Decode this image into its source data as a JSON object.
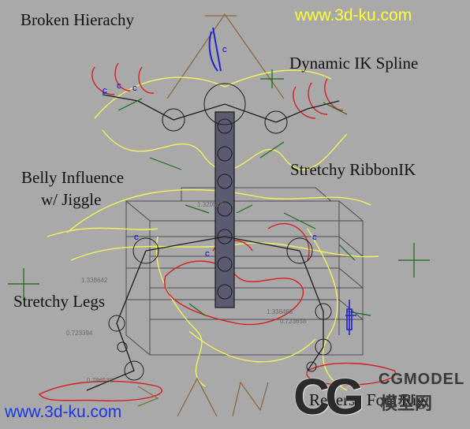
{
  "viewport": {
    "labels": {
      "broken_hierarchy": "Broken Hierachy",
      "dynamic_ik_spline": "Dynamic IK Spline",
      "belly_influence_line1": "Belly Influence",
      "belly_influence_line2": "w/ Jiggle",
      "stretchy_ribbon_ik": "Stretchy RibbonIK",
      "stretchy_legs": "Stretchy Legs",
      "reverse_foot_rig": "Reverse Foot Rig"
    },
    "measurements": [
      "1.320526",
      "1.338642",
      "0.723394",
      "0.786536",
      "1.338483",
      "0.723658"
    ],
    "control_markers": [
      "C",
      "C",
      "C",
      "C",
      "C",
      "C",
      "C"
    ]
  },
  "watermarks": {
    "top": "www.3d-ku.com",
    "bottom": "www.3d-ku.com",
    "logo_mark": "CG",
    "logo_text": "CGMODEL",
    "logo_cn": "模型网"
  },
  "colors": {
    "background": "#a9a9a9",
    "watermark_top": "#ffff33",
    "watermark_bottom": "#1838e8",
    "curve_yellow": "#f2f25a",
    "curve_red": "#d42020",
    "curve_blue": "#2020d0",
    "joint_dark": "#1c1c1c",
    "green_locator": "#1a6a1a"
  }
}
